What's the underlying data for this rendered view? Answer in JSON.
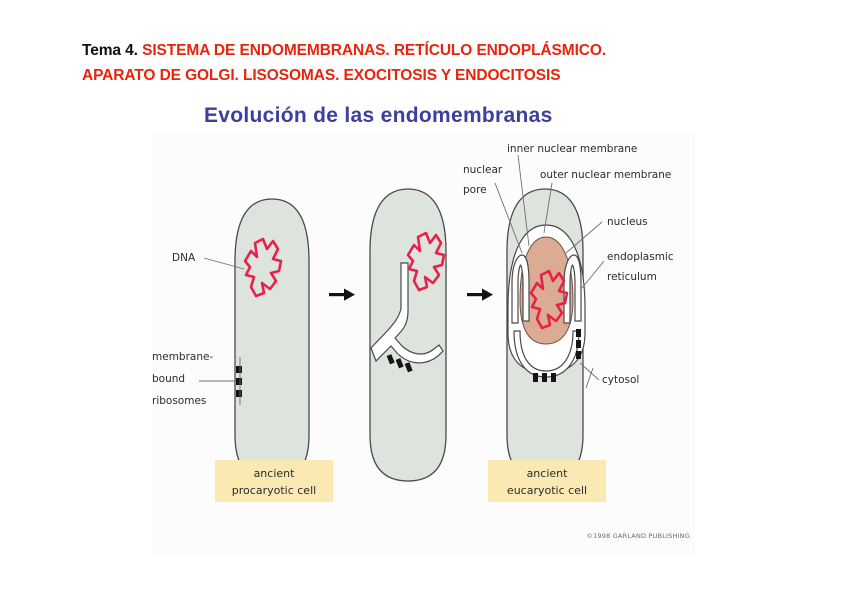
{
  "heading": {
    "line1_prefix": "Tema 4.",
    "line1_red": "SISTEMA DE ENDOMEMBRANAS. RETÍCULO ENDOPLÁSMICO.",
    "line2_red": "APARATO DE GOLGI. LISOSOMAS. EXOCITOSIS Y ENDOCITOSIS",
    "title_color": "#e8240c",
    "prefix_color": "#101010"
  },
  "subtitle": {
    "text": "Evolución de las endomembranas",
    "color": "#3c3f9e"
  },
  "figure": {
    "labels": {
      "dna": "DNA",
      "membrane_bound_ribosomes_l1": "membrane-",
      "membrane_bound_ribosomes_l2": "bound",
      "membrane_bound_ribosomes_l3": "ribosomes",
      "inner_nuclear_membrane": "inner nuclear membrane",
      "nuclear_pore_l1": "nuclear",
      "nuclear_pore_l2": "pore",
      "outer_nuclear_membrane": "outer nuclear membrane",
      "nucleus": "nucleus",
      "endoplasmic_reticulum_l1": "endoplasmic",
      "endoplasmic_reticulum_l2": "reticulum",
      "cytosol": "cytosol"
    },
    "captions": {
      "left_l1": "ancient",
      "left_l2": "procaryotic cell",
      "right_l1": "ancient",
      "right_l2": "eucaryotic cell"
    },
    "credit": "©1998 GARLAND PUBLISHING",
    "colors": {
      "cell_fill": "#dde4de",
      "cell_stroke": "#4a4a4a",
      "dna": "#e8214a",
      "nucleus_fill": "#dcab93",
      "caption_box": "#fbe9b4",
      "ribosome": "#141414",
      "panel_bg": "#fcfcfc"
    }
  }
}
